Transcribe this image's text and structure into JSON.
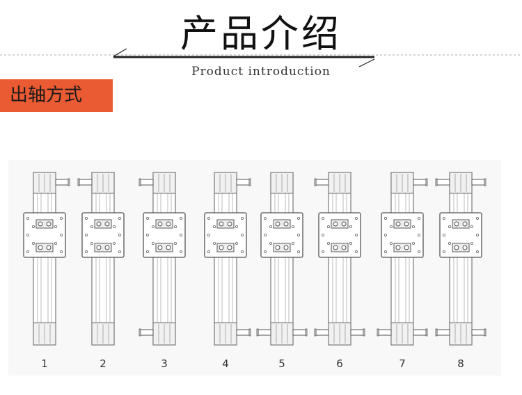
{
  "header": {
    "title_cn": "产品介绍",
    "title_en": "Product introduction"
  },
  "section": {
    "title": "出轴方式"
  },
  "diagram": {
    "items": [
      {
        "label": "1",
        "shafts": [
          "top-right"
        ]
      },
      {
        "label": "2",
        "shafts": [
          "top-left"
        ]
      },
      {
        "label": "3",
        "shafts": [
          "top-left",
          "bottom-left"
        ]
      },
      {
        "label": "4",
        "shafts": [
          "top-right",
          "bottom-right"
        ]
      },
      {
        "label": "5",
        "shafts": [
          "bottom-left",
          "bottom-right"
        ]
      },
      {
        "label": "6",
        "shafts": [
          "top-left",
          "bottom-left",
          "bottom-right"
        ]
      },
      {
        "label": "7",
        "shafts": [
          "top-right",
          "bottom-left",
          "bottom-right"
        ]
      },
      {
        "label": "8",
        "shafts": [
          "top-left",
          "top-right",
          "bottom-left",
          "bottom-right"
        ]
      }
    ]
  }
}
